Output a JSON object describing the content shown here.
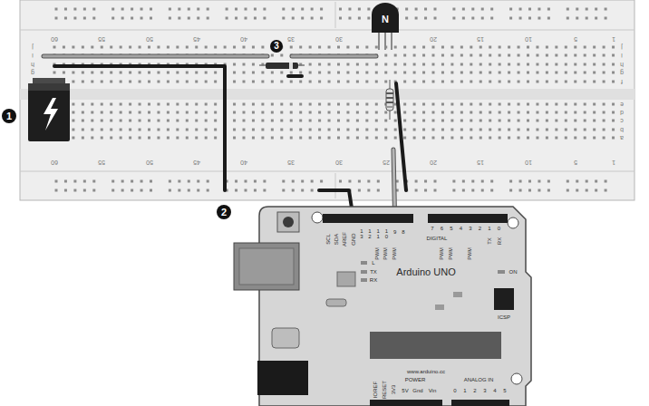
{
  "diagram": {
    "labels": [
      "60",
      "55",
      "50",
      "45",
      "40",
      "35",
      "30",
      "20",
      "15",
      "10",
      "5",
      "1",
      "60",
      "55",
      "50",
      "45",
      "40",
      "35",
      "30",
      "25",
      "20",
      "15",
      "10",
      "5",
      "1",
      "j",
      "i",
      "h",
      "g",
      "j",
      "i",
      "h",
      "g",
      "f",
      "e",
      "d",
      "c",
      "b",
      "a",
      "1",
      "2",
      "3",
      "N",
      "SCL",
      "SDA",
      "AREF",
      "GND",
      "13",
      "12",
      "11",
      "10",
      "9",
      "8",
      "DIGITAL",
      "7",
      "6",
      "5",
      "4",
      "3",
      "2",
      "1",
      "0",
      "TX",
      "RX",
      "PWM",
      "PWM",
      "PWM",
      "PWM",
      "PWM",
      "PWM",
      "L",
      "TX",
      "RX",
      "Arduino UNO",
      "ON",
      "ICSP",
      "www.arduino.cc",
      "IOREF",
      "RESET",
      "3V3",
      "5V",
      "Gnd",
      "Vin",
      "POWER",
      "ANALOG IN",
      "0",
      "1",
      "2",
      "3",
      "4",
      "5"
    ]
  }
}
